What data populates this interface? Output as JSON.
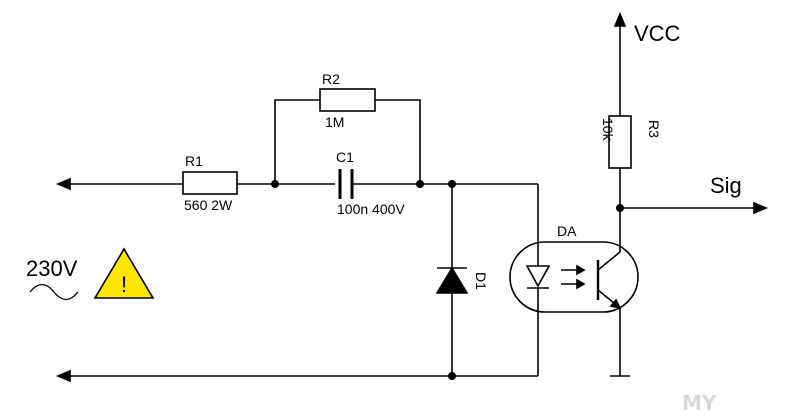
{
  "diagram": {
    "supply_label": "VCC",
    "signal_label": "Sig",
    "mains_label": "230V",
    "warning_glyph": "!",
    "warning_color": "#ffe600",
    "watermark": "MY",
    "components": {
      "r1": {
        "ref": "R1",
        "value": "560 2W"
      },
      "r2": {
        "ref": "R2",
        "value": "1M"
      },
      "r3": {
        "ref": "R3",
        "value": "10k"
      },
      "c1": {
        "ref": "C1",
        "value": "100n 400V"
      },
      "d1": {
        "ref": "D1"
      },
      "optocoupler": {
        "ref": "DA"
      }
    }
  }
}
